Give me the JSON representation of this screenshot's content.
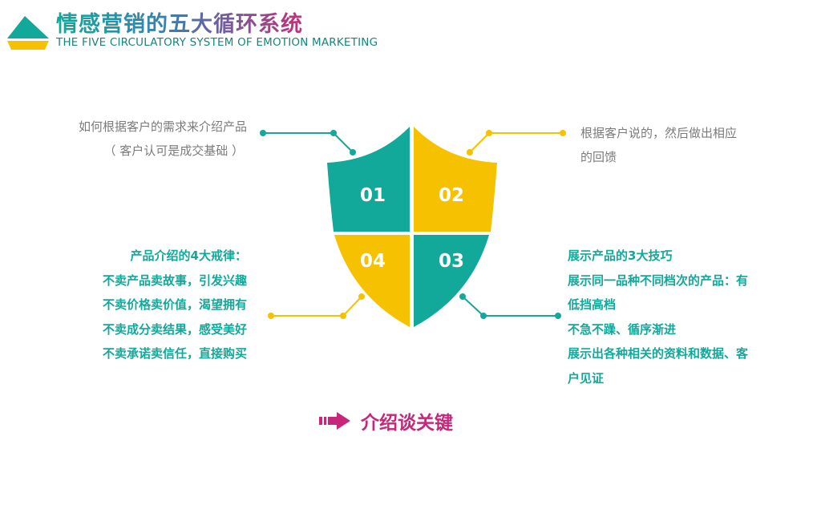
{
  "header": {
    "title": "情感营销的五大循环系统",
    "subtitle": "THE FIVE CIRCULATORY SYSTEM OF EMOTION MARKETING"
  },
  "colors": {
    "teal": "#12a89a",
    "yellow": "#f6c200",
    "magenta": "#c8267a",
    "gray_text": "#7b7b7b"
  },
  "shield": {
    "q1": "01",
    "q2": "02",
    "q3": "03",
    "q4": "04"
  },
  "points": {
    "p1": {
      "line1": "如何根据客户的需求来介绍产品",
      "line2": "（ 客户认可是成交基础 ）"
    },
    "p2": {
      "line1": "根据客户说的，然后做出相应",
      "line2": "的回馈"
    },
    "p3": {
      "lines": [
        "展示产品的3大技巧",
        "展示同一品种不同档次的产品：有",
        "低挡高档",
        "不急不躁、循序渐进",
        "展示出各种相关的资料和数据、客",
        "户见证"
      ]
    },
    "p4": {
      "lines": [
        "产品介绍的4大戒律：",
        "不卖产品卖故事，引发兴趣",
        "不卖价格卖价值，渴望拥有",
        "不卖成分卖结果，感受美好",
        "不卖承诺卖信任，直接购买"
      ]
    }
  },
  "footer": {
    "key_label": "介绍谈关键",
    "arrow_icon": "arrow-right-icon"
  }
}
